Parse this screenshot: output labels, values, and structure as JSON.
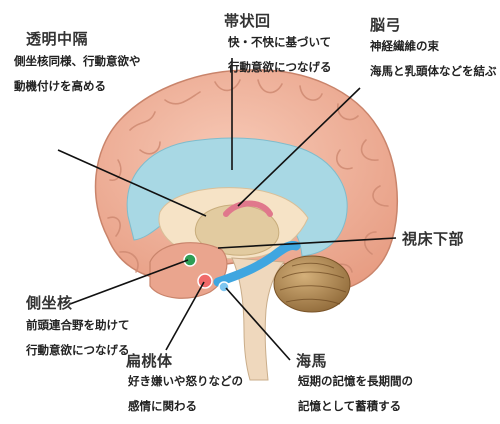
{
  "labels": {
    "septum": {
      "title": "透明中隔",
      "lines": [
        "側坐核同様、行動意欲や",
        "動機付けを高める"
      ]
    },
    "cingulate": {
      "title": "帯状回",
      "lines": [
        "快・不快に基づいて",
        "行動意欲につなげる"
      ]
    },
    "fornix": {
      "title": "脳弓",
      "lines": [
        "神経繊維の束",
        "海馬と乳頭体などを結ぶ"
      ]
    },
    "thalamus": {
      "title": "視床下部",
      "lines": []
    },
    "accumbens": {
      "title": "側坐核",
      "lines": [
        "前頭連合野を助けて",
        "行動意欲につなげる"
      ]
    },
    "amygdala": {
      "title": "扁桃体",
      "lines": [
        "好き嫌いや怒りなどの",
        "感情に関わる"
      ]
    },
    "hippocampus": {
      "title": "海馬",
      "lines": [
        "短期の記憶を長期間の",
        "記憶として蓄積する"
      ]
    }
  },
  "colors": {
    "cortex": "#f2b49e",
    "cortex_outline": "#c9846b",
    "limbic": "#a8d8e4",
    "inner": "#f6e3c6",
    "thalamus": "#e2cba0",
    "fornix": "#e0788c",
    "hippocampus": "#3fa6e0",
    "amygdala": "#f06a6a",
    "accumbens": "#2e9e55",
    "cerebellum": "#b08c55"
  }
}
